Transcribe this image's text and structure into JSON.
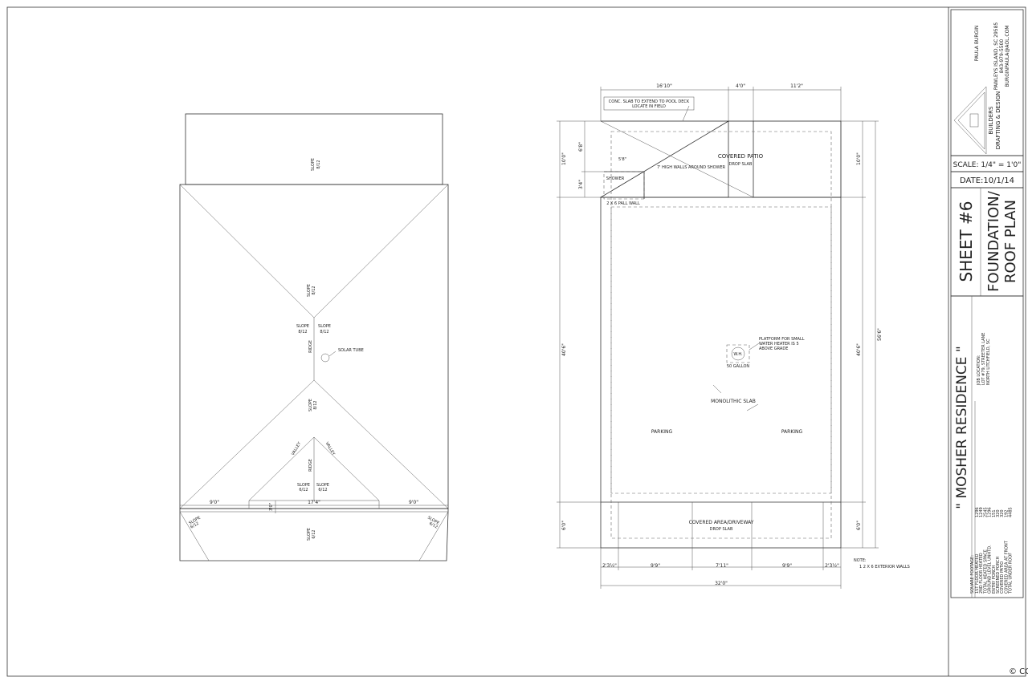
{
  "roof_plan": {
    "slope_312": "SLOPE\n3/12",
    "slope_1": "SLOPE",
    "slope_812": "8/12",
    "slope_612": "6/12",
    "ridge": "RIDGE",
    "valley": "VALLEY",
    "solar_tube": "SOLAR TUBE",
    "dim_left": "9'0\"",
    "dim_center": "17'4\"",
    "dim_right": "9'0\"",
    "dim_small": "3'0\""
  },
  "foundation_plan": {
    "top_dims": [
      "16'10\"",
      "4'0\"",
      "11'2\""
    ],
    "note_pool": [
      "CONC. SLAB TO EXTEND TO POOL DECK",
      "LOCATE IN FIELD"
    ],
    "covered_patio": "COVERED PATIO",
    "drop_slab": "DROP SLAB",
    "shower": "SHOWER",
    "shower_dim": "5'8\"",
    "shower_walls": "7' HIGH WALLS AROUND SHOWER",
    "pony_wall": "2 X 6 PALL WALL",
    "platform_note": [
      "PLATFORM FOR SMALL",
      "WATER HEATER IS 5",
      "ABOVE GRADE"
    ],
    "wh_label": "W.H.",
    "wh_gallon": "50 GALLON",
    "monolithic": "MONOLITHIC SLAB",
    "parking_left": "PARKING",
    "parking_right": "PARKING",
    "covered_drive": "COVERED AREA/DRIVEWAY",
    "left_dims": [
      "10'0\"",
      "6'8\"",
      "3'4\"",
      "40'6\"",
      "6'0\""
    ],
    "right_dims": [
      "10'0\"",
      "40'6\"",
      "6'0\"",
      "56'6\""
    ],
    "bottom_dims": [
      "2'3½\"",
      "9'9\"",
      "7'11\"",
      "9'9\"",
      "2'3½\""
    ],
    "overall_width": "32'0\"",
    "note_title": "NOTE:",
    "note_text": "1 2 X 6 EXTERIOR WALLS"
  },
  "title_block": {
    "designer_name": "PAULA BURGIN",
    "designer_addr": [
      "PAWLEYS ISLAND, SC 29585",
      "843-979-5500",
      "BURGINPAULA@AOL.COM"
    ],
    "company": [
      "BUILDERS",
      "DRAFTING & DESIGN"
    ],
    "scale": "SCALE: 1/4\" = 1'0\"",
    "date": "DATE:10/1/14",
    "sheet": "SHEET #6",
    "sheet_title": [
      "FOUNDATION/",
      "ROOF PLAN"
    ],
    "project": "\" MOSHER RESIDENCE \"",
    "job_location": [
      "JOB LOCATION:",
      "LOT #79, STREETER LANE",
      "NORTH LITCHFIELD, SC"
    ],
    "sqft_title": "SQUARE FOOTAGE:",
    "sqft_rows": [
      {
        "label": "1ST FLOOR HEATED",
        "value": "1296"
      },
      {
        "label": "2ND FLOOR HEATED",
        "value": "1249"
      },
      {
        "label": "TOTAL HEATED SPACE",
        "value": "2545"
      },
      {
        "label": "GROUND LEVEL UNHTD.",
        "value": "1296"
      },
      {
        "label": "ENTRY PORCH",
        "value": "151"
      },
      {
        "label": "SCREENED PORCH",
        "value": "320"
      },
      {
        "label": "COVERED PATIO",
        "value": "320"
      },
      {
        "label": "COVERED AREA AT FRONT",
        "value": "192"
      },
      {
        "label": "TOTAL UNDER ROOF",
        "value": "4485"
      }
    ]
  },
  "watermark": "© CCAR"
}
